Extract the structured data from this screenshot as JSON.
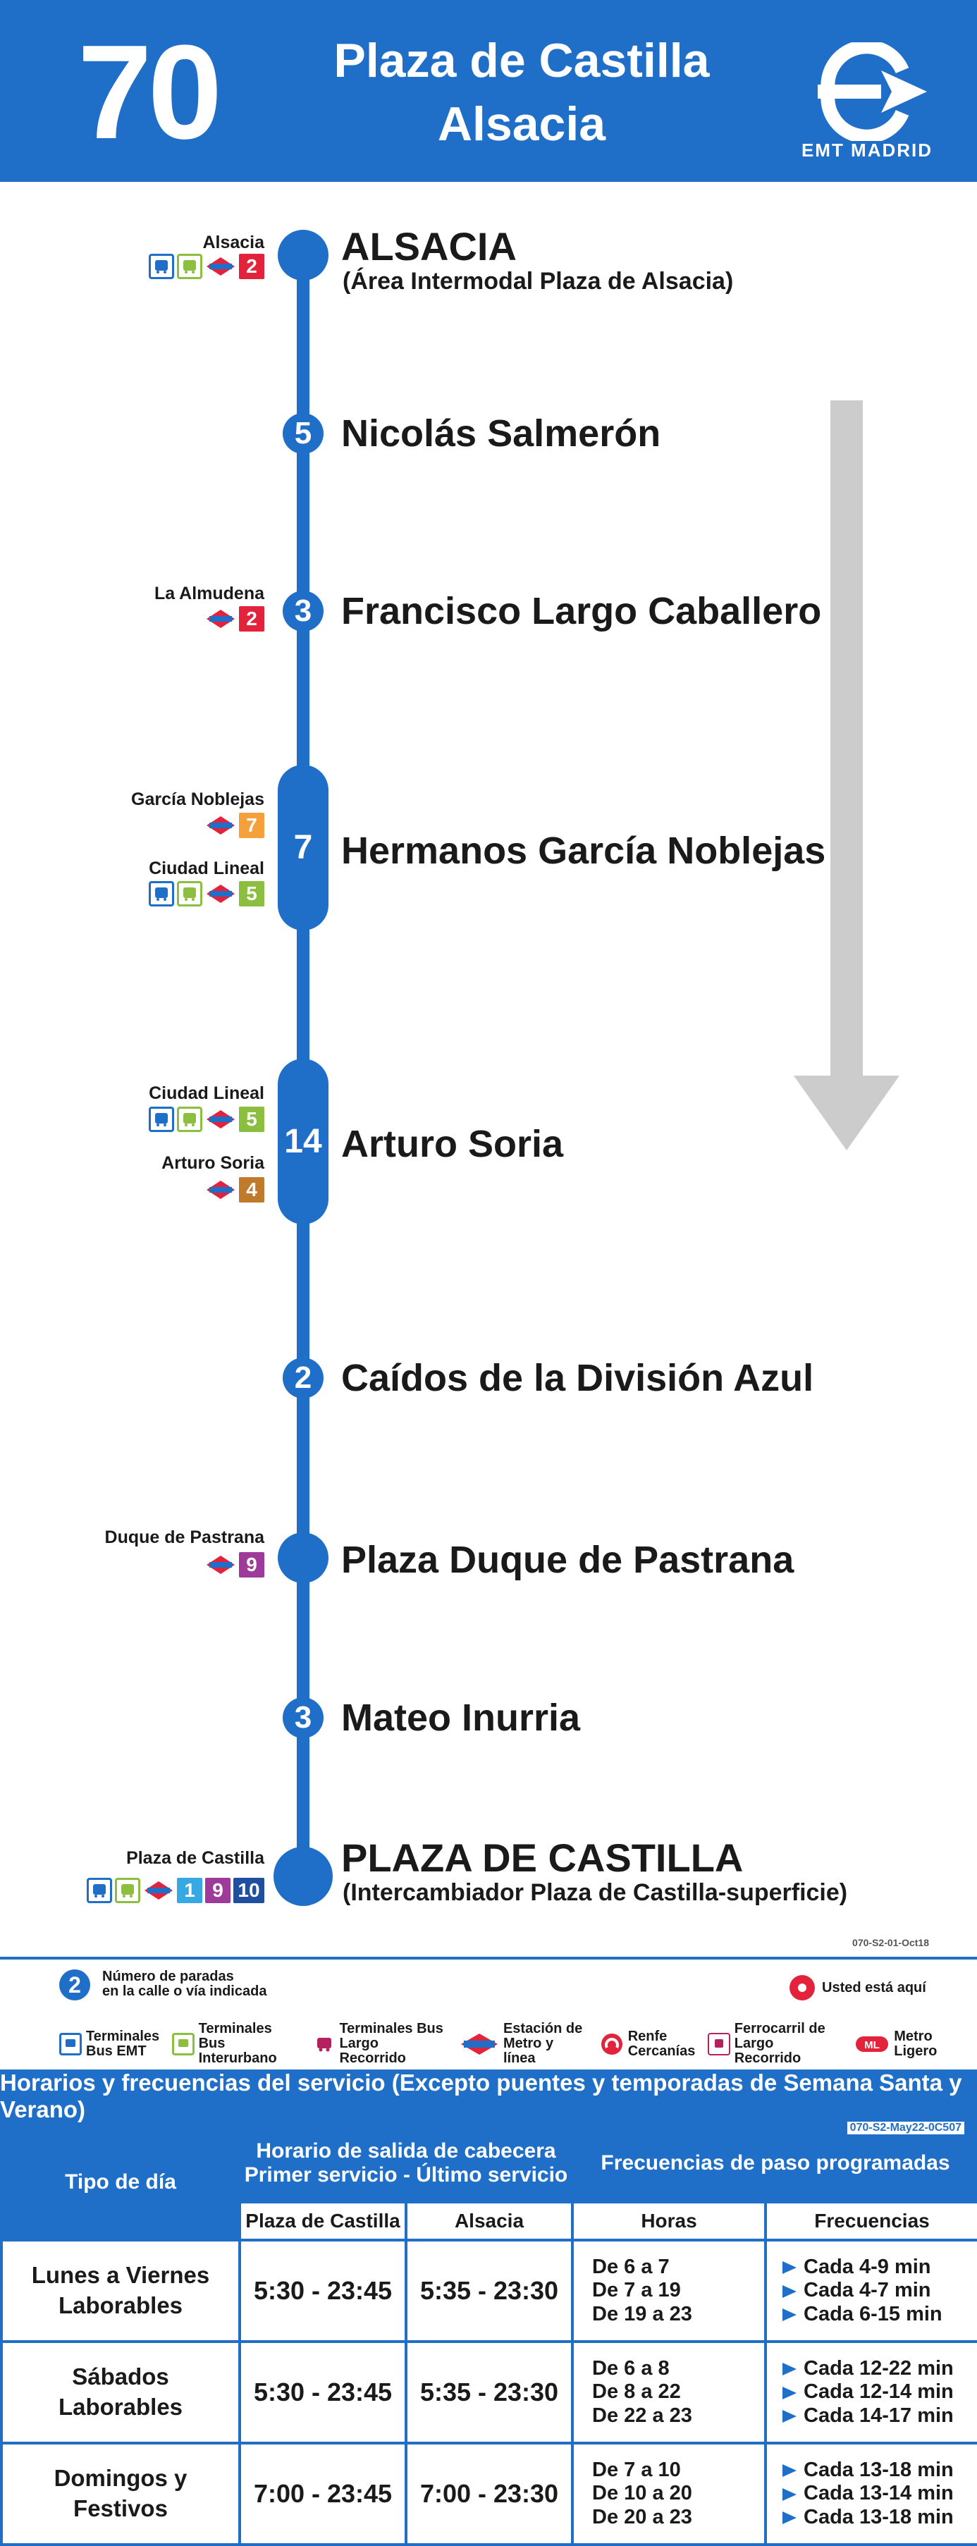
{
  "header": {
    "line_number": "70",
    "title_line1": "Plaza de Castilla",
    "title_line2": "Alsacia",
    "logo_text": "EMT MADRID"
  },
  "colors": {
    "brand_blue": "#1f6fc9",
    "metro_line_2": "#e3233b",
    "metro_line_4": "#c07a2b",
    "metro_line_5": "#8cbf3f",
    "metro_line_7": "#f5a03b",
    "metro_line_9": "#9e3a9a",
    "metro_line_1": "#37a8e1",
    "metro_line_10": "#1f4f9e",
    "arrow_gray": "#cccccc"
  },
  "stops": [
    {
      "name": "ALSACIA",
      "sub": "(Área Intermodal Plaza de Alsacia)",
      "count": "",
      "terminal": true
    },
    {
      "name": "Nicolás Salmerón",
      "count": "5"
    },
    {
      "name": "Francisco Largo Caballero",
      "count": "3"
    },
    {
      "name": "Hermanos García Noblejas",
      "count": "7"
    },
    {
      "name": "Arturo Soria",
      "count": "14"
    },
    {
      "name": "Caídos de la División Azul",
      "count": "2"
    },
    {
      "name": "Plaza Duque de Pastrana",
      "count": ""
    },
    {
      "name": "Mateo Inurria",
      "count": "3"
    },
    {
      "name": "PLAZA DE CASTILLA",
      "sub": "(Intercambiador Plaza de Castilla-superficie)",
      "count": "",
      "terminal": true
    }
  ],
  "connections": {
    "alsacia": {
      "label": "Alsacia",
      "lines": [
        "2"
      ]
    },
    "almudena": {
      "label": "La Almudena",
      "lines": [
        "2"
      ]
    },
    "garcia_noblejas": {
      "label": "García Noblejas",
      "lines": [
        "7"
      ]
    },
    "ciudad_lineal_1": {
      "label": "Ciudad Lineal",
      "lines": [
        "5"
      ]
    },
    "ciudad_lineal_2": {
      "label": "Ciudad Lineal",
      "lines": [
        "5"
      ]
    },
    "arturo_soria": {
      "label": "Arturo Soria",
      "lines": [
        "4"
      ]
    },
    "duque_pastrana": {
      "label": "Duque de Pastrana",
      "lines": [
        "9"
      ]
    },
    "plaza_castilla": {
      "label": "Plaza de Castilla",
      "lines": [
        "1",
        "9",
        "10"
      ]
    }
  },
  "codes": {
    "map_code": "070-S2-01-Oct18",
    "table_code": "070-S2-May22-0C507"
  },
  "legend": {
    "stops_count_number": "2",
    "stops_count_text_1": "Número de paradas",
    "stops_count_text_2": "en la calle o vía indicada",
    "you_are_here": "Usted está aquí",
    "items": [
      {
        "l1": "Terminales",
        "l2": "Bus EMT"
      },
      {
        "l1": "Terminales Bus",
        "l2": "Interurbano"
      },
      {
        "l1": "Terminales Bus",
        "l2": "Largo Recorrido"
      },
      {
        "l1": "Estación de",
        "l2": "Metro y línea"
      },
      {
        "l1": "Renfe",
        "l2": "Cercanías"
      },
      {
        "l1": "Ferrocarril de",
        "l2": "Largo Recorrido"
      },
      {
        "l1": "Metro Ligero",
        "l2": ""
      }
    ]
  },
  "schedule": {
    "title": "Horarios y frecuencias del servicio (Excepto puentes y temporadas de Semana Santa y Verano)",
    "col_day_type": "Tipo de día",
    "col_departures_1": "Horario de salida de cabecera",
    "col_departures_2": "Primer servicio - Último servicio",
    "col_frequencies": "Frecuencias de paso programadas",
    "sub_origin": "Plaza de Castilla",
    "sub_dest": "Alsacia",
    "sub_hours": "Horas",
    "sub_freq": "Frecuencias",
    "rows": [
      {
        "day1": "Lunes a Viernes",
        "day2": "Laborables",
        "origin": "5:30 - 23:45",
        "dest": "5:35 - 23:30",
        "hours": [
          "De 6 a 7",
          "De 7 a 19",
          "De 19 a 23"
        ],
        "freqs": [
          "Cada 4-9 min",
          "Cada 4-7 min",
          "Cada 6-15 min"
        ]
      },
      {
        "day1": "Sábados",
        "day2": "Laborables",
        "origin": "5:30 - 23:45",
        "dest": "5:35 - 23:30",
        "hours": [
          "De 6 a 8",
          "De 8 a 22",
          "De 22 a 23"
        ],
        "freqs": [
          "Cada 12-22 min",
          "Cada 12-14 min",
          "Cada 14-17 min"
        ]
      },
      {
        "day1": "Domingos y",
        "day2": "Festivos",
        "origin": "7:00 - 23:45",
        "dest": "7:00 - 23:30",
        "hours": [
          "De 7 a 10",
          "De 10 a 20",
          "De 20 a 23"
        ],
        "freqs": [
          "Cada 13-18 min",
          "Cada 13-14 min",
          "Cada 13-18 min"
        ]
      }
    ]
  }
}
